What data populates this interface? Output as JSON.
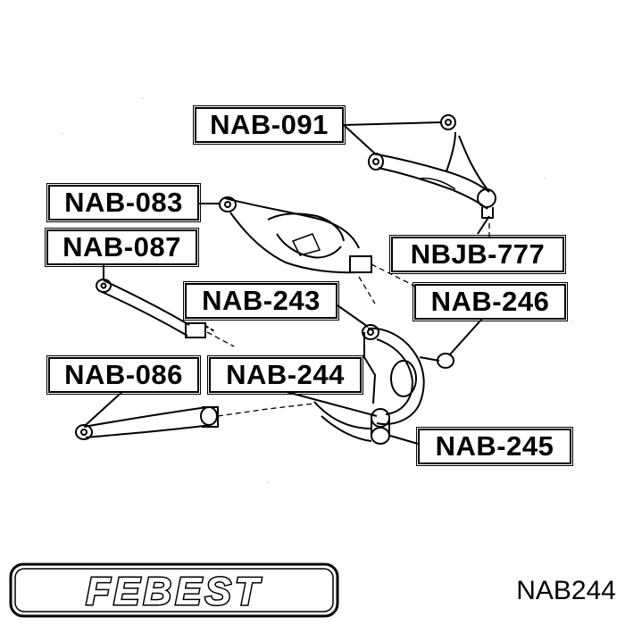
{
  "labels": {
    "nab091": "NAB-091",
    "nab083": "NAB-083",
    "nab087": "NAB-087",
    "nbjb777": "NBJB-777",
    "nab243": "NAB-243",
    "nab246": "NAB-246",
    "nab086": "NAB-086",
    "nab244": "NAB-244",
    "nab245": "NAB-245"
  },
  "brand": {
    "name": "FEBEST"
  },
  "part_number": "NAB244"
}
